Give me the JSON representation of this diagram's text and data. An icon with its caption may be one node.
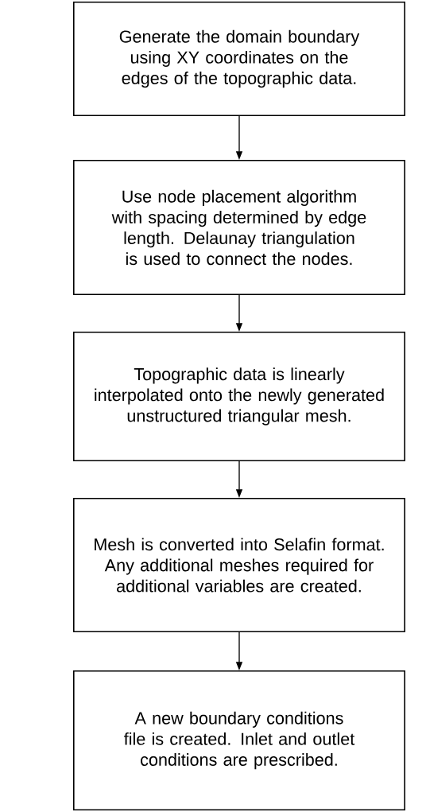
{
  "diagram": {
    "nodes": [
      {
        "text": [
          "Generate the domain boundary using XY coordinates on the edges of the topographic data."
        ]
      },
      {
        "text": [
          "Use node placement algorithm with spacing determined by edge length. Delaunay triangulation is used to connect the nodes."
        ]
      },
      {
        "text": [
          "Topographic data is linearly interpolated onto the newly generated unstructured triangular mesh."
        ]
      },
      {
        "text": [
          "Mesh is converted into Selafin format. Any additional meshes required for additional variables are created."
        ]
      },
      {
        "text": [
          "A new boundary conditions file is created. Inlet and outlet conditions are prescribed."
        ]
      }
    ],
    "edges": [
      {
        "from": 0,
        "to": 1,
        "arrow": "to"
      },
      {
        "from": 1,
        "to": 2,
        "arrow": "to"
      },
      {
        "from": 2,
        "to": 3,
        "arrow": "to"
      },
      {
        "from": 3,
        "to": 4,
        "arrow": "to"
      }
    ]
  }
}
